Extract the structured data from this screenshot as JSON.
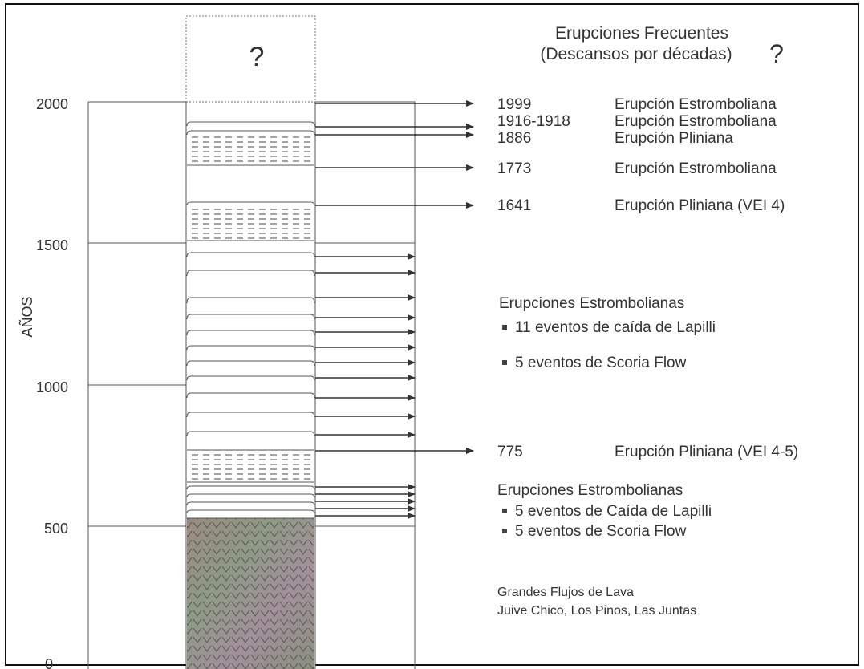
{
  "top_question": "?",
  "header": {
    "title_line1": "Erupciones Frecuentes",
    "title_line2": "(Descansos por décadas)",
    "question": "?"
  },
  "axis": {
    "label": "AÑOS",
    "ticks": [
      "2000",
      "1500",
      "1000",
      "500",
      "0"
    ]
  },
  "events": [
    {
      "year": "1999",
      "type": "Erupción Estromboliana"
    },
    {
      "year": "1916-1918",
      "type": "Erupción Estromboliana"
    },
    {
      "year": "1886",
      "type": "Erupción Pliniana"
    },
    {
      "year": "1773",
      "type": "Erupción Estromboliana"
    },
    {
      "year": "1641",
      "type": "Erupción Pliniana (VEI 4)"
    },
    {
      "year": "775",
      "type": "Erupción Pliniana (VEI 4-5)"
    }
  ],
  "group_upper": {
    "title": "Erupciones Estrombolianas",
    "items": [
      "11 eventos de caída de Lapilli",
      "5 eventos de Scoria Flow"
    ]
  },
  "group_lower": {
    "title": "Erupciones Estrombolianas",
    "items": [
      "5 eventos de Caída de Lapilli",
      "5 eventos de Scoria Flow"
    ]
  },
  "lava": {
    "line1": "Grandes Flujos de Lava",
    "line2": "Juive Chico, Los Pinos, Las Juntas"
  },
  "colors": {
    "ink": "#333333",
    "axis": "#555555",
    "lava_a": "#9a8a7e",
    "lava_b": "#7f8d7a"
  }
}
